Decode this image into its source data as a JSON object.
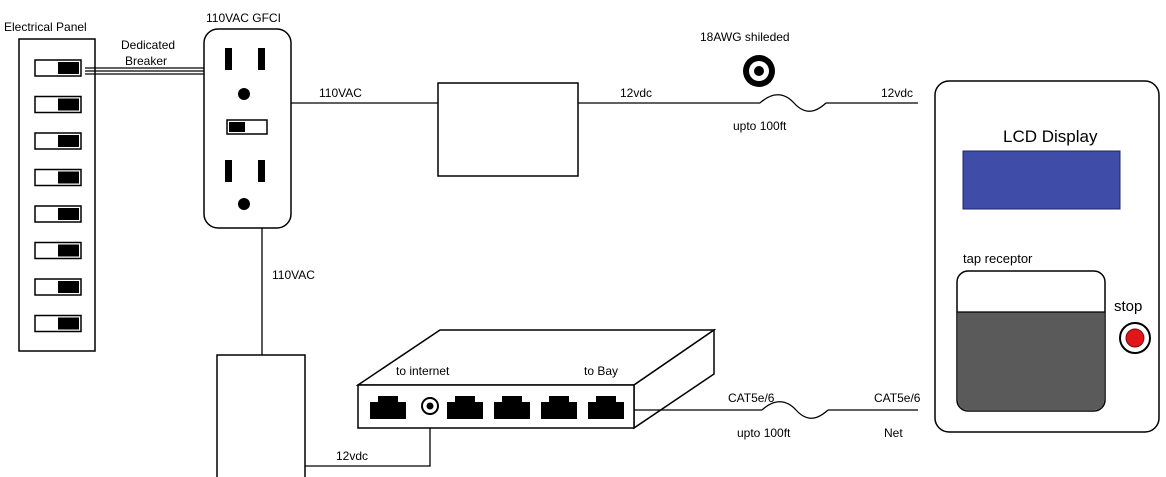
{
  "labels": {
    "electrical_panel": "Electrical Panel",
    "dedicated": "Dedicated",
    "breaker": "Breaker",
    "gfci": "110VAC GFCI",
    "v110_top": "110VAC",
    "v110_side": "110VAC",
    "v12_out": "12vdc",
    "v12_in": "12vdc",
    "cable_type": "18AWG shileded",
    "run_power": "upto 100ft",
    "switch_to_internet": "to internet",
    "switch_to_bay": "to Bay",
    "cat_left": "CAT5e/6",
    "cat_right": "CAT5e/6",
    "run_net": "upto 100ft",
    "net": "Net",
    "v12_switch": "12vdc",
    "lcd_display": "LCD Display",
    "tap_receptor": "tap receptor",
    "stop": "stop"
  },
  "colors": {
    "lcd_screen": "#3f4ca8",
    "receptor_fill": "#5a5a5a",
    "stop_button": "#e0161b"
  },
  "panel": {
    "breaker_count": 8
  },
  "switch": {
    "port_count": 5
  }
}
